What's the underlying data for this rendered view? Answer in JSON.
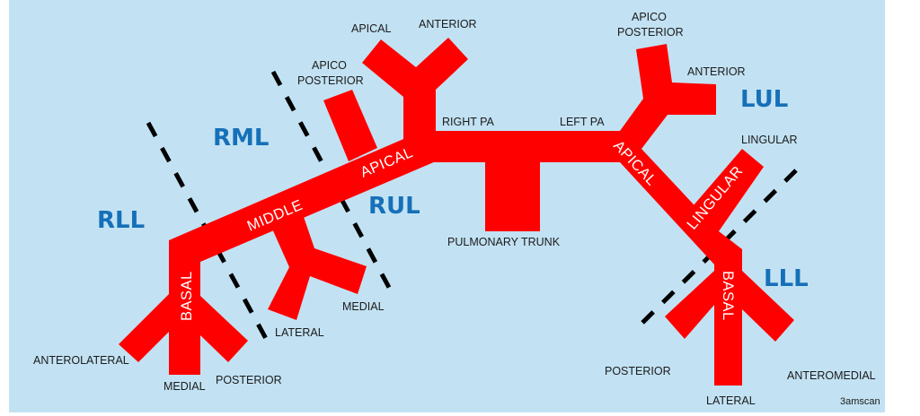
{
  "title": "Pulmonary artery segmental anatomy diagram",
  "colors": {
    "background": "#c2e2f3",
    "vessel": "#ff0000",
    "lobe_label": "#1670b8",
    "fissure": "#000000"
  },
  "lobes": {
    "rul": "RUL",
    "rml": "RML",
    "rll": "RLL",
    "lul": "LUL",
    "lll": "LLL"
  },
  "central": {
    "right_pa": "RIGHT PA",
    "left_pa": "LEFT PA",
    "pulmonary_trunk": "PULMONARY TRUNK"
  },
  "right": {
    "trunk_apical": "APICAL",
    "trunk_middle": "MIDDLE",
    "trunk_basal": "BASAL",
    "rul_apical": "APICAL",
    "rul_anterior": "ANTERIOR",
    "rul_apico_posterior_1": "APICO",
    "rul_apico_posterior_2": "POSTERIOR",
    "rml_lateral": "LATERAL",
    "rml_medial": "MEDIAL",
    "rll_anterolateral": "ANTEROLATERAL",
    "rll_medial": "MEDIAL",
    "rll_posterior": "POSTERIOR"
  },
  "left": {
    "trunk_apical": "APICAL",
    "trunk_lingular": "LINGULAR",
    "trunk_basal": "BASAL",
    "lul_apico_posterior_1": "APICO",
    "lul_apico_posterior_2": "POSTERIOR",
    "lul_anterior": "ANTERIOR",
    "lingular": "LINGULAR",
    "lll_posterior": "POSTERIOR",
    "lll_lateral": "LATERAL",
    "lll_anteromedial": "ANTEROMEDIAL"
  },
  "credit": "3amscan"
}
